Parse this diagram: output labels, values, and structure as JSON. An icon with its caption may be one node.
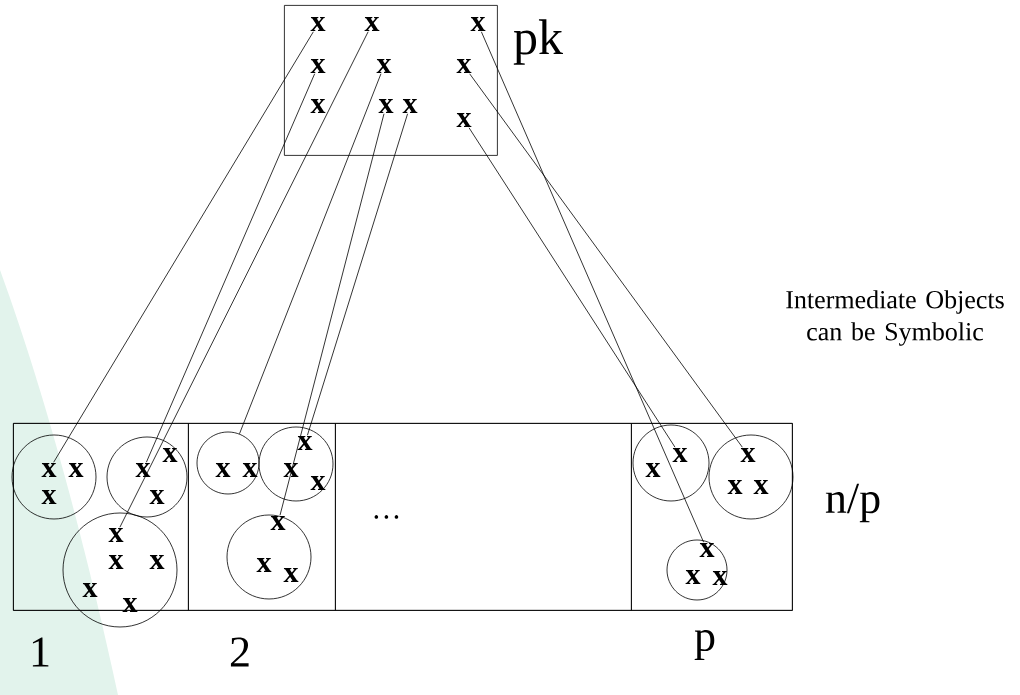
{
  "diagram": {
    "nodes": [
      {
        "text": [],
        "shape": "box",
        "beside": [
          "pk"
        ]
      },
      {
        "text": [
          "x"
        ],
        "in": 0
      },
      {
        "text": [
          "x"
        ],
        "in": 0
      },
      {
        "text": [
          "x"
        ],
        "in": 0
      },
      {
        "text": [
          "x"
        ],
        "in": 0
      },
      {
        "text": [
          "x"
        ],
        "in": 0
      },
      {
        "text": [
          "x"
        ],
        "in": 0
      },
      {
        "text": [
          "x"
        ],
        "in": 0
      },
      {
        "text": [
          "x"
        ],
        "in": 0
      },
      {
        "text": [
          "x"
        ],
        "in": 0
      },
      {
        "text": [
          "x"
        ],
        "in": 0
      },
      {
        "text": [],
        "shape": "box",
        "beside": [
          "n/p"
        ]
      },
      {
        "text": [],
        "shape": "box",
        "in": 11,
        "beside": [
          "1"
        ]
      },
      {
        "text": [],
        "shape": "circle",
        "in": 12
      },
      {
        "text": [
          "x"
        ],
        "in": 13
      },
      {
        "text": [
          "x"
        ],
        "in": 13
      },
      {
        "text": [
          "x"
        ],
        "in": 13
      },
      {
        "text": [],
        "shape": "circle",
        "in": 12
      },
      {
        "text": [
          "x"
        ],
        "in": 17
      },
      {
        "text": [
          "x"
        ],
        "in": 17
      },
      {
        "text": [
          "x"
        ],
        "in": 17
      },
      {
        "text": [],
        "shape": "circle",
        "in": 12
      },
      {
        "text": [
          "x"
        ],
        "in": 21
      },
      {
        "text": [
          "x"
        ],
        "in": 21
      },
      {
        "text": [
          "x"
        ],
        "in": 21
      },
      {
        "text": [
          "x"
        ],
        "in": 21
      },
      {
        "text": [
          "x"
        ],
        "in": 21
      },
      {
        "text": [],
        "shape": "box",
        "in": 11,
        "beside": [
          "2"
        ]
      },
      {
        "text": [],
        "shape": "circle",
        "in": 27
      },
      {
        "text": [
          "x"
        ],
        "in": 28
      },
      {
        "text": [
          "x"
        ],
        "in": 28
      },
      {
        "text": [],
        "shape": "circle",
        "in": 27
      },
      {
        "text": [
          "x"
        ],
        "in": 31
      },
      {
        "text": [
          "x"
        ],
        "in": 31
      },
      {
        "text": [
          "x"
        ],
        "in": 31
      },
      {
        "text": [],
        "shape": "circle",
        "in": 27
      },
      {
        "text": [
          "x"
        ],
        "in": 35
      },
      {
        "text": [
          "x"
        ],
        "in": 35
      },
      {
        "text": [
          "x"
        ],
        "in": 35
      },
      {
        "text": [
          "…"
        ],
        "in": 11
      },
      {
        "text": [],
        "shape": "box",
        "in": 11,
        "beside": [
          "p"
        ]
      },
      {
        "text": [],
        "shape": "circle",
        "in": 40
      },
      {
        "text": [
          "x"
        ],
        "in": 41
      },
      {
        "text": [
          "x"
        ],
        "in": 41
      },
      {
        "text": [],
        "shape": "circle",
        "in": 40
      },
      {
        "text": [
          "x"
        ],
        "in": 44
      },
      {
        "text": [
          "x"
        ],
        "in": 44
      },
      {
        "text": [
          "x"
        ],
        "in": 44
      },
      {
        "text": [],
        "shape": "circle",
        "in": 40
      },
      {
        "text": [
          "x"
        ],
        "in": 48
      },
      {
        "text": [
          "x"
        ],
        "in": 48
      },
      {
        "text": [
          "x"
        ],
        "in": 48
      }
    ],
    "edges": [
      {
        "from": 1,
        "to": 14,
        "arrow": "none"
      },
      {
        "from": 4,
        "to": 18,
        "arrow": "none"
      },
      {
        "from": 2,
        "to": 22,
        "arrow": "none"
      },
      {
        "from": 5,
        "to": 28,
        "arrow": "none"
      },
      {
        "from": 9,
        "to": 32,
        "arrow": "none"
      },
      {
        "from": 8,
        "to": 36,
        "arrow": "none"
      },
      {
        "from": 3,
        "to": 49,
        "arrow": "none"
      },
      {
        "from": 10,
        "to": 43,
        "arrow": "none"
      },
      {
        "from": 6,
        "to": 45,
        "arrow": "none"
      }
    ],
    "labels": [
      "Intermediate Objects can be Symbolic"
    ]
  }
}
